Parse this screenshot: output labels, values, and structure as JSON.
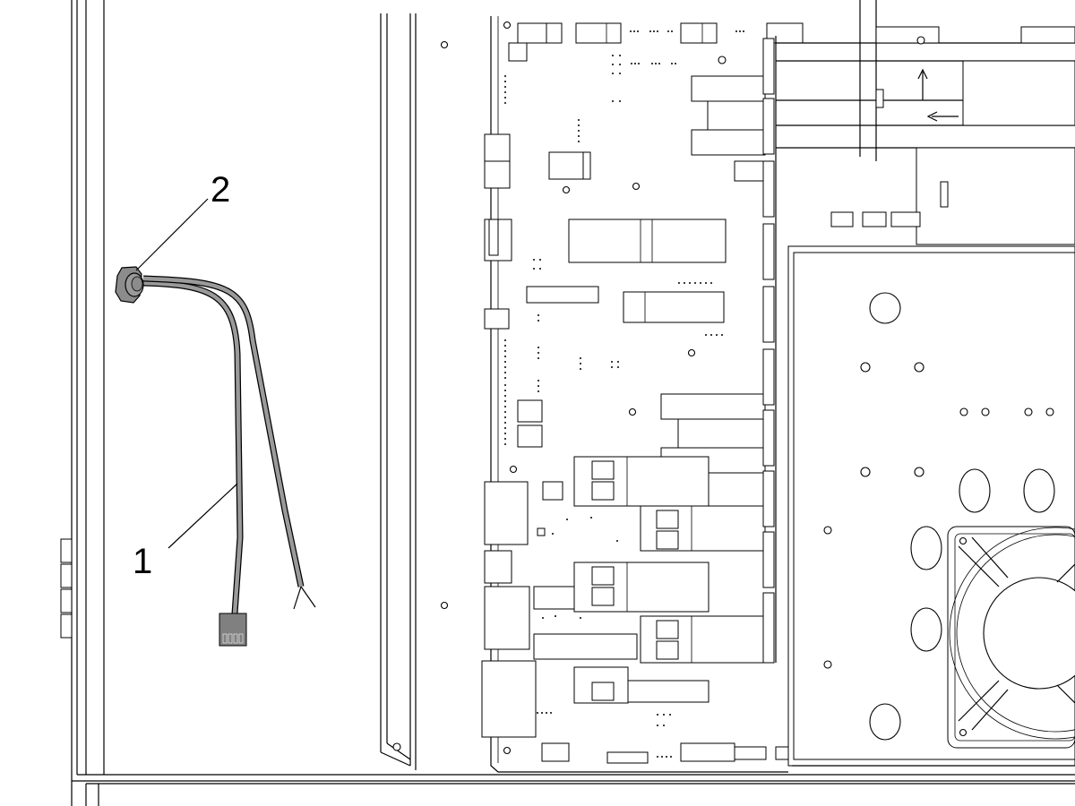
{
  "callouts": [
    {
      "id": "1",
      "label": "1"
    },
    {
      "id": "2",
      "label": "2"
    }
  ],
  "colors": {
    "line": "#000000",
    "cable": "#9a9a9a",
    "grommet": "#8c8c8c",
    "connector": "#808080",
    "background": "#ffffff"
  }
}
